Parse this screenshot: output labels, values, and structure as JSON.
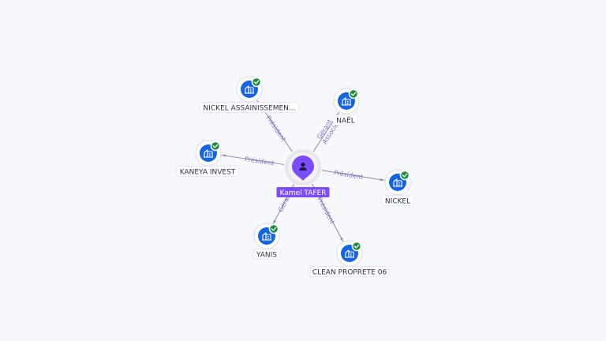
{
  "colors": {
    "background": "#f7f8fb",
    "edge": "#8a8fa8",
    "edge_label": "#7b72c9",
    "company_node": "#1565e0",
    "person_node": "#7c4dff",
    "verified_badge": "#1e8c3a"
  },
  "center": {
    "label": "Kamel TAFER",
    "icon": "person-icon"
  },
  "nodes": [
    {
      "id": "nickel-assainissement",
      "label": "NICKEL ASSAINISSEMEN...",
      "icon": "company-building-icon",
      "verified": true
    },
    {
      "id": "nael",
      "label": "NAËL",
      "icon": "company-building-icon",
      "verified": true
    },
    {
      "id": "kaneya-invest",
      "label": "KANEYA INVEST",
      "icon": "company-building-icon",
      "verified": true
    },
    {
      "id": "nickel",
      "label": "NICKEL",
      "icon": "company-building-icon",
      "verified": true
    },
    {
      "id": "yanis",
      "label": "YANIS",
      "icon": "company-building-icon",
      "verified": true
    },
    {
      "id": "clean-proprete-06",
      "label": "CLEAN PROPRETE 06",
      "icon": "company-building-icon",
      "verified": true
    }
  ],
  "edges": [
    {
      "to": "nickel-assainissement",
      "labels": [
        "Président"
      ]
    },
    {
      "to": "nael",
      "labels": [
        "Gérant",
        "Associé"
      ]
    },
    {
      "to": "kaneya-invest",
      "labels": [
        "Président"
      ]
    },
    {
      "to": "nickel",
      "labels": [
        "Président"
      ]
    },
    {
      "to": "yanis",
      "labels": [
        "Gérant"
      ]
    },
    {
      "to": "clean-proprete-06",
      "labels": [
        "Président"
      ]
    }
  ]
}
